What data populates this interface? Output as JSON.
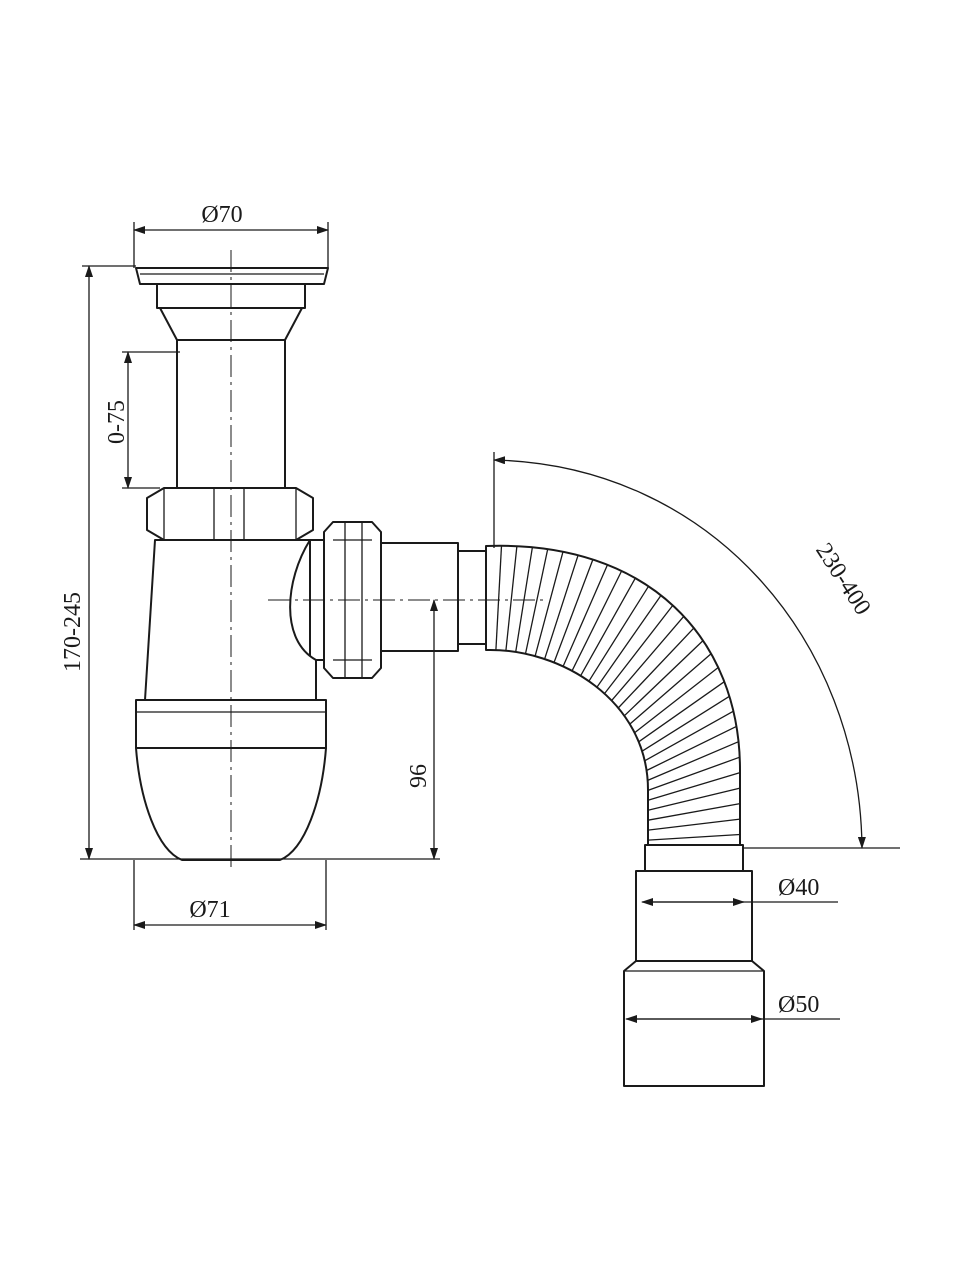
{
  "dimensions": {
    "top_flange_diameter": "Ø70",
    "bottle_diameter": "Ø71",
    "extension_range": "0-75",
    "total_height": "170-245",
    "outlet_height": "96",
    "hose_length": "230-400",
    "outlet_small_diameter": "Ø40",
    "outlet_large_diameter": "Ø50"
  }
}
